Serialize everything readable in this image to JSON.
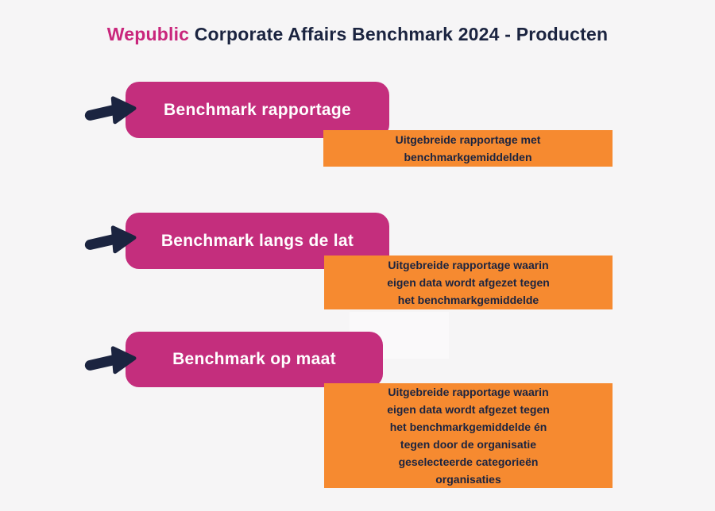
{
  "title": {
    "brand": "Wepublic",
    "rest": " Corporate Affairs Benchmark 2024 - Producten"
  },
  "colors": {
    "background": "#F6F5F6",
    "magenta": "#C42E7D",
    "orange": "#F68A30",
    "navy": "#1B2440",
    "label_text": "#FFFFFF"
  },
  "icons": {
    "row_marker": "right-arrow"
  },
  "rows": [
    {
      "label": "Benchmark rapportage",
      "description": "Uitgebreide rapportage met benchmarkgemiddelden",
      "description_lines": [
        "Uitgebreide rapportage met",
        "benchmarkgemiddelden"
      ]
    },
    {
      "label": "Benchmark langs de lat",
      "description": "Uitgebreide rapportage waarin eigen data wordt afgezet tegen het benchmarkgemiddelde",
      "description_lines": [
        "Uitgebreide rapportage waarin",
        "eigen data wordt afgezet tegen",
        "het benchmarkgemiddelde"
      ]
    },
    {
      "label": "Benchmark op maat",
      "description": "Uitgebreide rapportage waarin eigen data wordt afgezet tegen het benchmarkgemiddelde én tegen door de organisatie geselecteerde categorieën organisaties",
      "description_lines": [
        "Uitgebreide rapportage waarin",
        "eigen data wordt afgezet tegen",
        "het benchmarkgemiddelde én",
        "tegen door de organisatie",
        "geselecteerde categorieën",
        "organisaties"
      ]
    }
  ]
}
